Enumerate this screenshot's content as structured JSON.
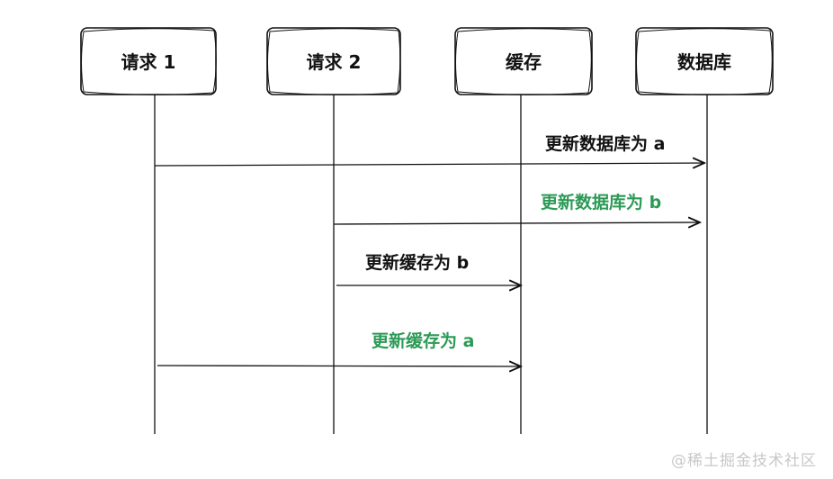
{
  "participants": [
    {
      "id": "req1",
      "label": "请求 1"
    },
    {
      "id": "req2",
      "label": "请求 2"
    },
    {
      "id": "cache",
      "label": "缓存"
    },
    {
      "id": "db",
      "label": "数据库"
    }
  ],
  "messages": [
    {
      "from": "req1",
      "to": "db",
      "label": "更新数据库为 a",
      "color": "#111111"
    },
    {
      "from": "req2",
      "to": "db",
      "label": "更新数据库为 b",
      "color": "#2b9a55"
    },
    {
      "from": "req2",
      "to": "cache",
      "label": "更新缓存为 b",
      "color": "#111111"
    },
    {
      "from": "req1",
      "to": "cache",
      "label": "更新缓存为 a",
      "color": "#2b9a55"
    }
  ],
  "watermark": "@稀土掘金技术社区"
}
